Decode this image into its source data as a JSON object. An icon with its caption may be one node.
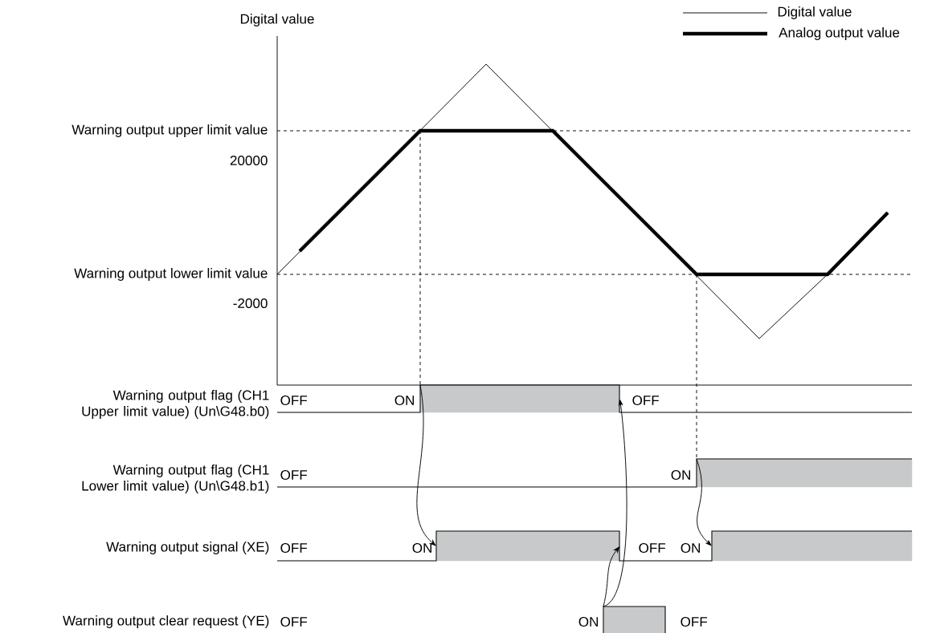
{
  "diagram": {
    "nodes": [
      {
        "text": [],
        "shape": "bar"
      },
      {
        "text": [],
        "shape": "bar"
      },
      {
        "text": [],
        "shape": "bar"
      },
      {
        "text": [],
        "shape": "bar"
      },
      {
        "text": [],
        "shape": "bar"
      }
    ],
    "edges": [
      {
        "from": 0,
        "to": 2,
        "arrow": "to"
      },
      {
        "from": 1,
        "to": 3,
        "arrow": "to"
      },
      {
        "from": 4,
        "to": 0,
        "arrow": "to"
      },
      {
        "from": 4,
        "to": 2,
        "arrow": "to"
      }
    ],
    "labels": [
      "Digital value",
      "Warning output upper limit value",
      "20000",
      "Warning output lower limit value",
      "-2000",
      "Warning output flag (CH1 Upper limit value) (Un\\G48.b0)",
      "OFF",
      "ON",
      "OFF",
      "Warning output flag (CH1 Lower limit value) (Un\\G48.b1)",
      "OFF",
      "ON",
      "Warning output signal (XE)",
      "OFF",
      "ON",
      "OFF",
      "ON",
      "Warning output clear request (YE)",
      "OFF",
      "ON",
      "OFF"
    ],
    "legend": [
      {
        "text": "Digital value"
      },
      {
        "text": "Analog output value"
      }
    ]
  }
}
